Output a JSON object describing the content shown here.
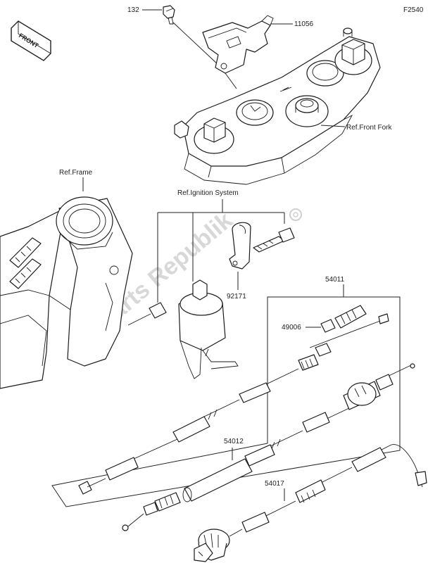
{
  "figure_code": "F2540",
  "front_badge": "FRONT",
  "watermark": "Parts Republik",
  "labels": {
    "p132": "132",
    "p11056": "11056",
    "ref_front_fork": "Ref.Front Fork",
    "ref_frame": "Ref.Frame",
    "ref_ignition": "Ref.Ignition System",
    "p92171": "92171",
    "p54011": "54011",
    "p49006": "49006",
    "p54012": "54012",
    "p54017": "54017"
  },
  "colors": {
    "line": "#222222",
    "watermark": "#d8d8d8"
  }
}
